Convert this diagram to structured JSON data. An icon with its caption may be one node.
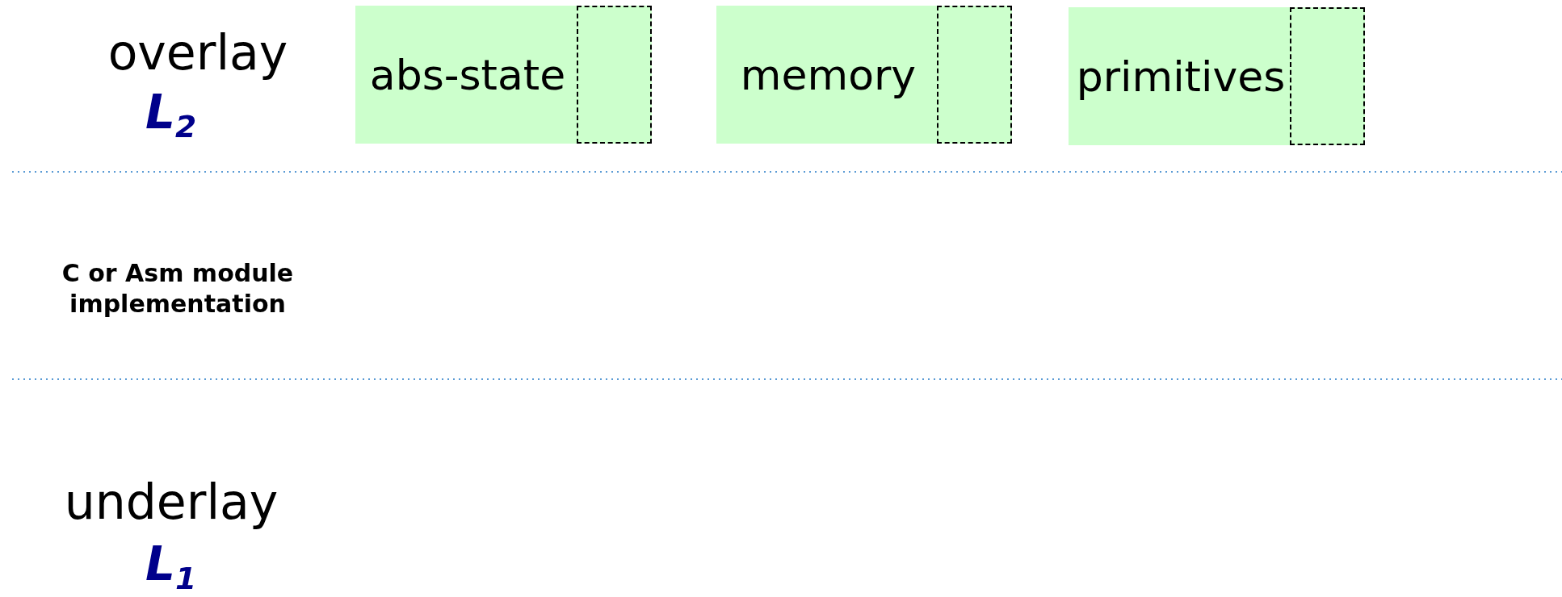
{
  "diagram": {
    "nodes": [
      {
        "text": [
          "abs-state"
        ]
      },
      {
        "text": [],
        "shape": "box",
        "in": 0
      },
      {
        "text": [
          "memory"
        ]
      },
      {
        "text": [],
        "shape": "box",
        "in": 2
      },
      {
        "text": [
          "primitives"
        ]
      },
      {
        "text": [],
        "shape": "box",
        "in": 4
      }
    ],
    "labels": [
      "overlay",
      "L$_{2}$",
      "C or Asm module implementation",
      "underlay",
      "L$_{1}$"
    ]
  }
}
